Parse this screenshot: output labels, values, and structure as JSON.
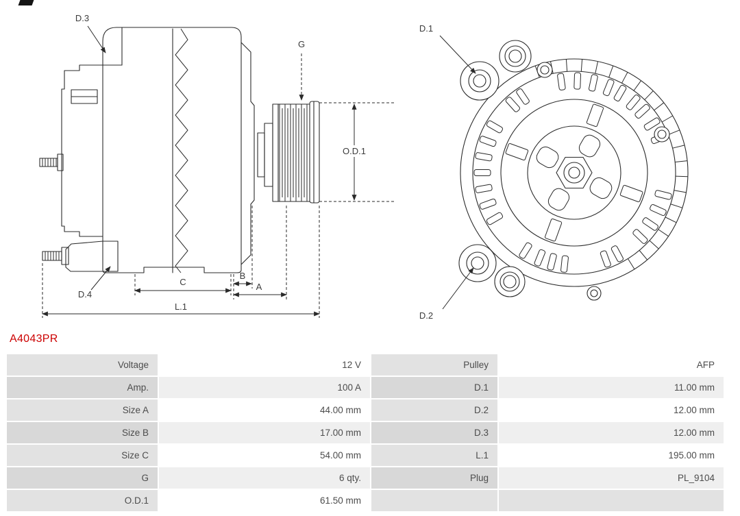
{
  "part_number": "A4043PR",
  "colors": {
    "part_number": "#cc0000",
    "table_label_bg": "#e2e2e2",
    "table_label_bg_alt": "#d8d8d8",
    "table_value_bg": "#ffffff",
    "table_value_bg_alt": "#efefef",
    "line_color": "#2a2a2a"
  },
  "diagram": {
    "side_view": {
      "d3": "D.3",
      "d4": "D.4",
      "g": "G",
      "od1": "O.D.1",
      "a": "A",
      "b": "B",
      "c": "C",
      "l1": "L.1"
    },
    "rear_view": {
      "d1": "D.1",
      "d2": "D.2"
    }
  },
  "table": {
    "rows": [
      {
        "label_left": "Voltage",
        "value_left": "12 V",
        "label_right": "Pulley",
        "value_right": "AFP"
      },
      {
        "label_left": "Amp.",
        "value_left": "100 A",
        "label_right": "D.1",
        "value_right": "11.00 mm"
      },
      {
        "label_left": "Size A",
        "value_left": "44.00 mm",
        "label_right": "D.2",
        "value_right": "12.00 mm"
      },
      {
        "label_left": "Size B",
        "value_left": "17.00 mm",
        "label_right": "D.3",
        "value_right": "12.00 mm"
      },
      {
        "label_left": "Size C",
        "value_left": "54.00 mm",
        "label_right": "L.1",
        "value_right": "195.00 mm"
      },
      {
        "label_left": "G",
        "value_left": "6 qty.",
        "label_right": "Plug",
        "value_right": "PL_9104"
      },
      {
        "label_left": "O.D.1",
        "value_left": "61.50 mm",
        "label_right": "",
        "value_right": ""
      }
    ]
  }
}
